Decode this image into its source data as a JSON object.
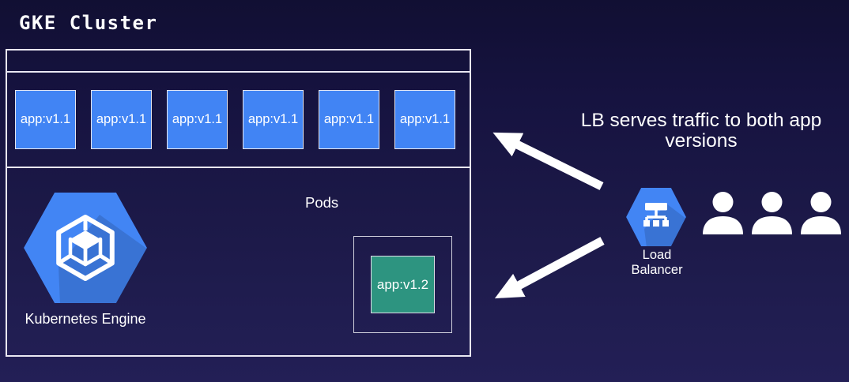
{
  "title": "GKE Cluster",
  "cluster": {
    "pods": [
      "app:v1.1",
      "app:v1.1",
      "app:v1.1",
      "app:v1.1",
      "app:v1.1",
      "app:v1.1"
    ],
    "pods_label": "Pods",
    "engine_label": "Kubernetes Engine",
    "canary_pod": "app:v1.2"
  },
  "annotation": {
    "line1": "LB serves traffic to both app",
    "line2": "versions"
  },
  "load_balancer": {
    "label_line1": "Load",
    "label_line2": "Balancer"
  },
  "users_count": "3",
  "colors": {
    "background_top": "#110f33",
    "background_bottom": "#231f56",
    "pod_v1_blue": "#4184f4",
    "pod_v2_teal": "#2d9480",
    "hexagon_blue": "#4285f4",
    "cluster_border": "#e9e7f2",
    "text": "#ffffff"
  }
}
